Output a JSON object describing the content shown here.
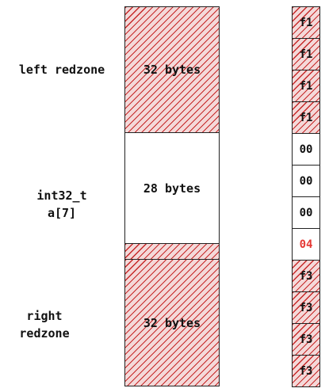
{
  "labels": {
    "left_redzone": "left redzone",
    "array_line1": "int32_t",
    "array_line2": "a[7]",
    "right_line1": "right",
    "right_line2": "redzone"
  },
  "blocks": {
    "left": "32 bytes",
    "middle": "28 bytes",
    "right": "32 bytes"
  },
  "shadow_cells": [
    "f1",
    "f1",
    "f1",
    "f1",
    "00",
    "00",
    "00",
    "04",
    "f3",
    "f3",
    "f3",
    "f3"
  ],
  "colors": {
    "redzone": "#c62828",
    "partial": "#e53935"
  }
}
